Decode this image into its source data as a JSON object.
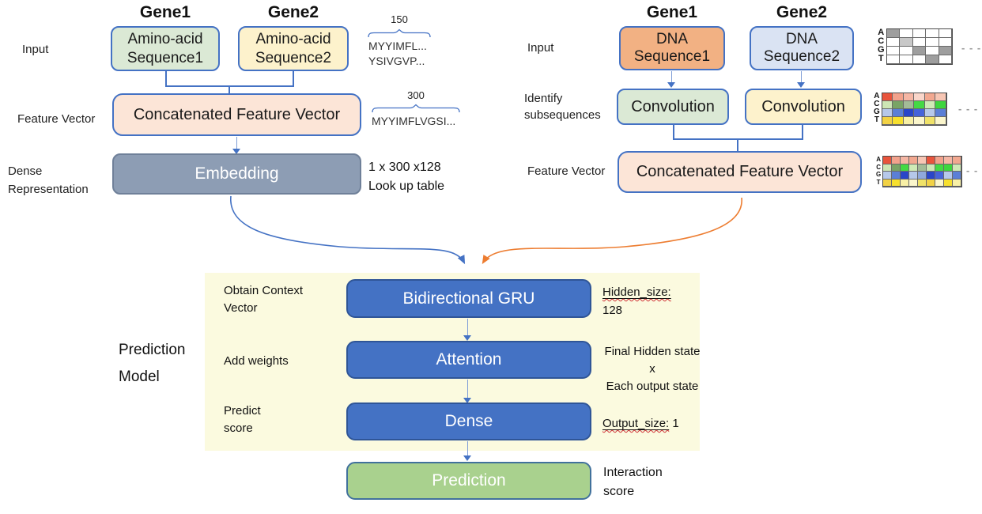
{
  "left": {
    "gene1": "Gene1",
    "gene2": "Gene2",
    "input_label": "Input",
    "aa1": [
      "Amino-acid",
      "Sequence1"
    ],
    "aa2": [
      "Amino-acid",
      "Sequence2"
    ],
    "seq_count": "150",
    "seq_lines": [
      "MYYIMFL...",
      "YSIVGVP..."
    ],
    "feature_vector_label": "Feature Vector",
    "concat_box": "Concatenated Feature Vector",
    "concat_count": "300",
    "concat_seq": "MYYIMFLVGSI...",
    "dense_label": [
      "Dense",
      "Representation"
    ],
    "embedding_box": "Embedding",
    "embedding_note": [
      "1 x 300 x128",
      "Look up table"
    ]
  },
  "right": {
    "gene1": "Gene1",
    "gene2": "Gene2",
    "input_label": "Input",
    "dna1": [
      "DNA",
      "Sequence1"
    ],
    "dna2": [
      "DNA",
      "Sequence2"
    ],
    "identify_label": [
      "Identify",
      "subsequences"
    ],
    "conv1": "Convolution",
    "conv2": "Convolution",
    "feature_vector_label": "Feature Vector",
    "concat_box": "Concatenated Feature Vector"
  },
  "grids": {
    "row_labels": [
      "A",
      "C",
      "G",
      "T"
    ],
    "ellipsis": "- - -",
    "onehot": [
      [
        "#9e9e9e",
        "#ffffff",
        "#ffffff",
        "#ffffff",
        "#ffffff"
      ],
      [
        "#ffffff",
        "#c8c8c8",
        "#ffffff",
        "#ffffff",
        "#ffffff"
      ],
      [
        "#ffffff",
        "#ffffff",
        "#9e9e9e",
        "#ffffff",
        "#9e9e9e"
      ],
      [
        "#ffffff",
        "#ffffff",
        "#ffffff",
        "#9e9e9e",
        "#ffffff"
      ]
    ],
    "conv": [
      [
        "#e8543c",
        "#f2a28c",
        "#f5b6a4",
        "#f9d6ca",
        "#f2a890",
        "#f7c6b4"
      ],
      [
        "#cde6b4",
        "#79a465",
        "#a3bb97",
        "#44d944",
        "#cfeab6",
        "#3ed63e"
      ],
      [
        "#b6c8ea",
        "#5b7fd6",
        "#2a46c8",
        "#4663da",
        "#b6c8ea",
        "#5b7fd6"
      ],
      [
        "#f2d245",
        "#f7e02e",
        "#f8f0a6",
        "#fbf6cc",
        "#f0e268",
        "#fbf6cc"
      ]
    ],
    "concat": [
      [
        "#e8543c",
        "#f2a28c",
        "#f5b6a4",
        "#f2a890",
        "#f7c6b4",
        "#e8543c",
        "#f2a28c",
        "#f5b6a4",
        "#f2a890"
      ],
      [
        "#cde6b4",
        "#79a465",
        "#44d944",
        "#cfeab6",
        "#a3bb97",
        "#cde6b4",
        "#44d944",
        "#3ed63e",
        "#cfeab6"
      ],
      [
        "#b6c8ea",
        "#5b7fd6",
        "#2a46c8",
        "#b6c8ea",
        "#8fa8dc",
        "#2a46c8",
        "#4663da",
        "#b6c8ea",
        "#5b7fd6"
      ],
      [
        "#f2d245",
        "#f7e02e",
        "#f8f0a6",
        "#fbf6cc",
        "#f0e268",
        "#f2d245",
        "#fbf6cc",
        "#f7e02e",
        "#f8f0a6"
      ]
    ]
  },
  "prediction": {
    "model_label": [
      "Prediction",
      "Model"
    ],
    "obtain_label": [
      "Obtain Context",
      "Vector"
    ],
    "gru_box": "Bidirectional GRU",
    "gru_note_title": "Hidden_size:",
    "gru_note_value": "128",
    "weights_label": "Add weights",
    "attention_box": "Attention",
    "attention_note": [
      "Final Hidden state",
      "x",
      "Each output state"
    ],
    "predict_label": [
      "Predict",
      "score"
    ],
    "dense_box": "Dense",
    "dense_note_title": "Output_size:",
    "dense_note_value": "1",
    "prediction_box": "Prediction",
    "prediction_note": [
      "Interaction",
      "score"
    ]
  },
  "colors": {
    "accent_blue": "#4472c4",
    "accent_orange": "#ed7d31",
    "light_green": "#dbe9d5",
    "light_yellow": "#fdf2cc",
    "peach": "#fce5d7",
    "gray_blue": "#8d9db4",
    "orange_fill": "#f2b183",
    "lavender": "#dae3f3",
    "solid_blue": "#4472c4",
    "solid_green": "#a9d18e",
    "panel_yellow": "#fbfadf",
    "spellcheck_red": "#d13438"
  }
}
